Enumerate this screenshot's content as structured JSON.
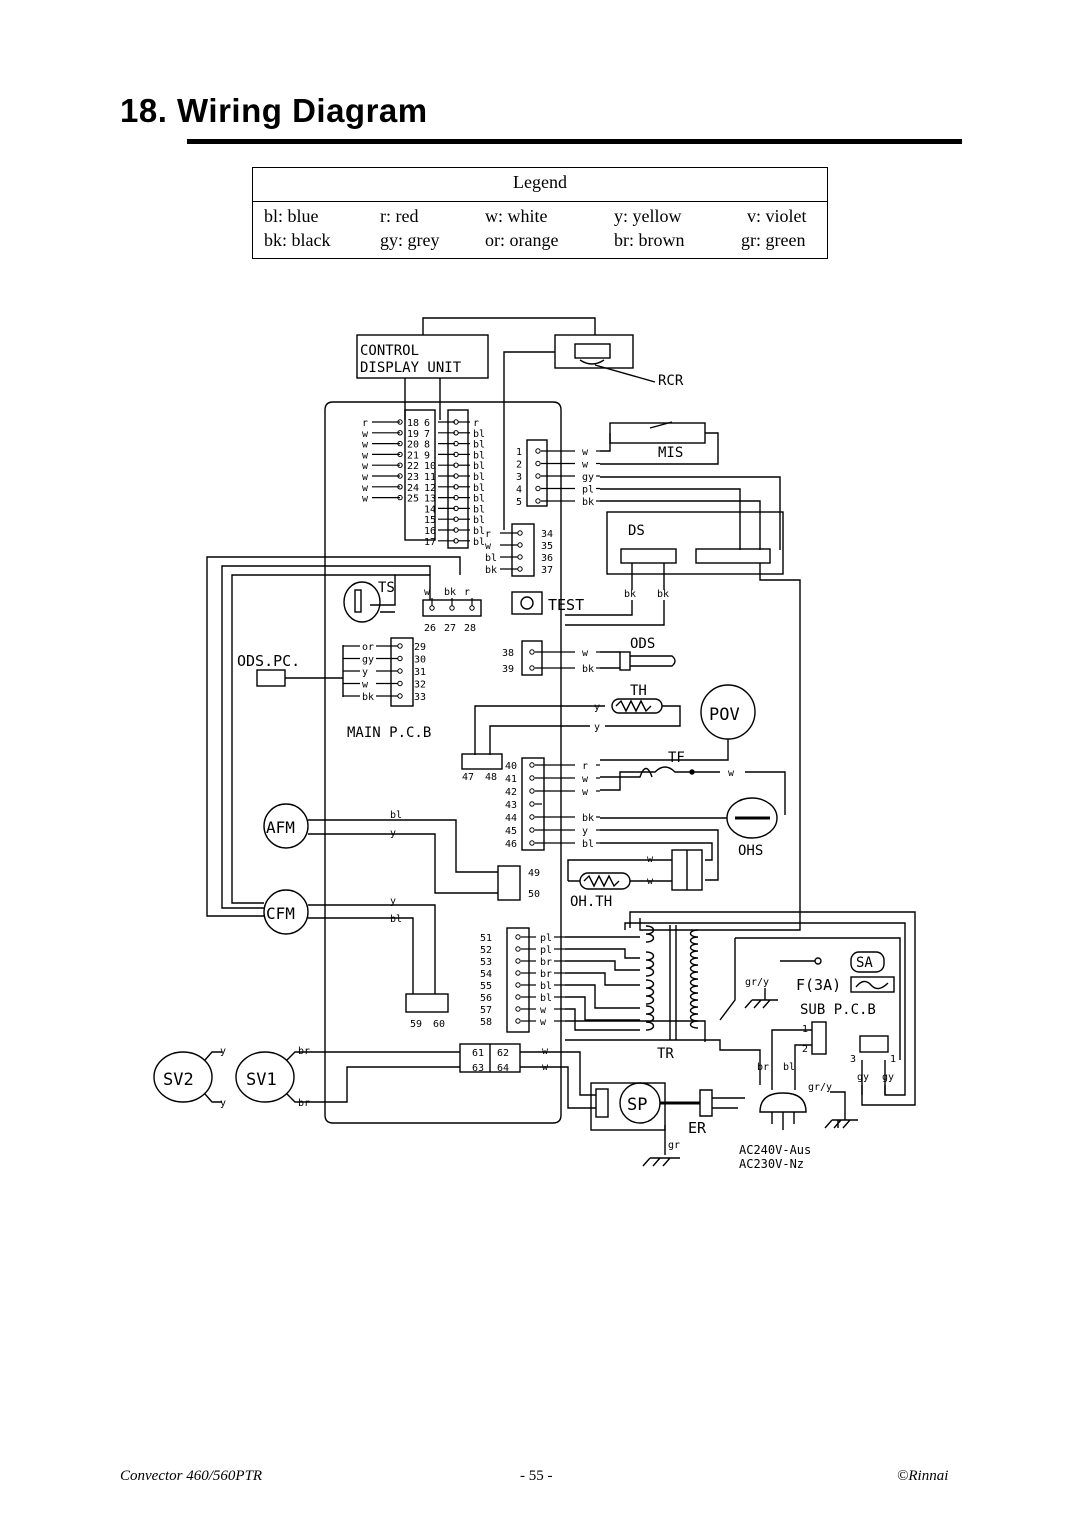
{
  "header": {
    "title": "18.  Wiring Diagram"
  },
  "legend": {
    "title": "Legend",
    "rows": [
      [
        "bl: blue",
        "r: red",
        "w: white",
        "y: yellow",
        "v: violet"
      ],
      [
        "bk: black",
        "gy: grey",
        "or: orange",
        "br: brown",
        "gr: green"
      ]
    ]
  },
  "diagram": {
    "components": {
      "control_display": [
        "CONTROL",
        "DISPLAY UNIT"
      ],
      "rcr": "RCR",
      "mis": "MIS",
      "ds": "DS",
      "ts": "TS",
      "test": "TEST",
      "ods_pc": "ODS.PC.",
      "ods": "ODS",
      "th": "TH",
      "pov": "POV",
      "main_pcb": "MAIN P.C.B",
      "tf": "TF",
      "afm": "AFM",
      "ohs": "OHS",
      "cfm": "CFM",
      "ohth": "OH.TH",
      "sa": "SA",
      "fuse": "F(3A)",
      "sub_pcb": "SUB P.C.B",
      "tr": "TR",
      "sv2": "SV2",
      "sv1": "SV1",
      "sp": "SP",
      "er": "ER",
      "ac1": "AC240V-Aus",
      "ac2": "AC230V-Nz"
    },
    "connector_left": {
      "wire": [
        "r",
        "w",
        "w",
        "w",
        "w",
        "w",
        "w",
        "w"
      ],
      "pins_a": [
        "18",
        "19",
        "20",
        "21",
        "22",
        "23",
        "24",
        "25"
      ],
      "pins_b": [
        "6",
        "7",
        "8",
        "9",
        "10",
        "11",
        "12",
        "13",
        "14",
        "15",
        "16",
        "17"
      ],
      "wire_b": [
        "r",
        "bl",
        "bl",
        "bl",
        "bl",
        "bl",
        "bl",
        "bl",
        "bl",
        "bl",
        "bl",
        "bl"
      ]
    },
    "mis_pins": {
      "pins": [
        "1",
        "2",
        "3",
        "4",
        "5"
      ],
      "wires": [
        "w",
        "w",
        "gy",
        "pl",
        "bk"
      ]
    },
    "pins_34": {
      "pins": [
        "34",
        "35",
        "36",
        "37"
      ],
      "wires": [
        "r",
        "w",
        "bl",
        "bk"
      ]
    },
    "ds_wires": [
      "bk",
      "bk"
    ],
    "ts_pins": {
      "pins": [
        "26",
        "27",
        "28"
      ],
      "wires": [
        "w",
        "bk",
        "r"
      ]
    },
    "ods_pc_pins": {
      "pins": [
        "29",
        "30",
        "31",
        "32",
        "33"
      ],
      "wires": [
        "or",
        "gy",
        "y",
        "w",
        "bk"
      ]
    },
    "ods_pins": {
      "pins": [
        "38",
        "39"
      ],
      "wires": [
        "w",
        "bk"
      ]
    },
    "th_wires": [
      "y",
      "y"
    ],
    "pins_4748": [
      "47",
      "48"
    ],
    "pins_40": {
      "pins": [
        "40",
        "41",
        "42",
        "43",
        "44",
        "45",
        "46"
      ],
      "wires": [
        "r",
        "w",
        "w",
        "",
        "bk",
        "y",
        "bl"
      ]
    },
    "tf_wire": "w",
    "afm_wires": [
      "bl",
      "y"
    ],
    "ohs_wires": [
      "w",
      "w"
    ],
    "pins_4950": [
      "49",
      "50"
    ],
    "cfm_wires": [
      "y",
      "bl"
    ],
    "pins_51": {
      "pins": [
        "51",
        "52",
        "53",
        "54",
        "55",
        "56",
        "57",
        "58"
      ],
      "wires": [
        "pl",
        "pl",
        "br",
        "br",
        "bl",
        "bl",
        "w",
        "w"
      ]
    },
    "pins_5960": [
      "59",
      "60"
    ],
    "sub_wires": {
      "grY": "gr/y",
      "gy1": "gy",
      "gy2": "gy",
      "p1": "1",
      "p2": "2",
      "p3": "3",
      "p1b": "1",
      "br": "br",
      "bl": "bl",
      "grY2": "gr/y"
    },
    "sv_wires": {
      "y1": "y",
      "y2": "y",
      "br1": "br",
      "br2": "br"
    },
    "pins_61": {
      "pins": [
        "61",
        "62",
        "63",
        "64"
      ],
      "wires": [
        "w",
        "w"
      ]
    },
    "er_wire": "gr"
  },
  "footer": {
    "left": "Convector 460/560PTR",
    "center": "- 55 -",
    "right": "©Rinnai"
  }
}
